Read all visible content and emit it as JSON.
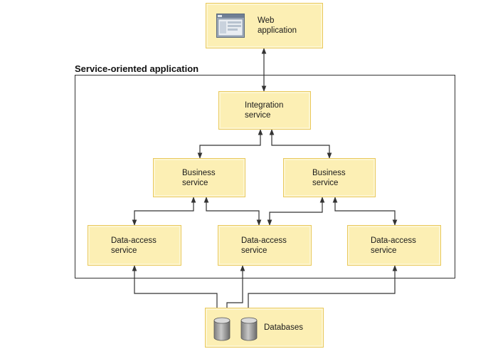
{
  "diagram": {
    "container_title": "Service-oriented application",
    "web_application": "Web\napplication",
    "integration_service": "Integration\nservice",
    "business_service_1": "Business\nservice",
    "business_service_2": "Business\nservice",
    "data_access_service_1": "Data-access\nservice",
    "data_access_service_2": "Data-access\nservice",
    "data_access_service_3": "Data-access\nservice",
    "databases": "Databases"
  },
  "colors": {
    "box_fill": "#fcefb4",
    "box_border": "#e9c85a",
    "line": "#333333"
  },
  "icons": [
    "browser-window-icon",
    "database-cylinder-icon"
  ]
}
